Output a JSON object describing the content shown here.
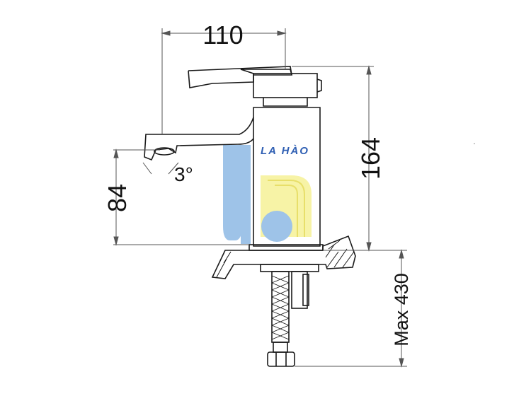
{
  "dimensions": {
    "overall_width": "110",
    "spout_height": "84",
    "overall_height": "164",
    "hose_length": "Max 430",
    "spout_angle": "3°"
  },
  "watermark": {
    "text": "LA HÀO",
    "colors": {
      "blue": "#9ec3e8",
      "yellow": "#f7f3a6",
      "text": "#2f5fb3"
    }
  },
  "colors": {
    "line": "#1a1a1a",
    "dimension_line": "#555555"
  }
}
